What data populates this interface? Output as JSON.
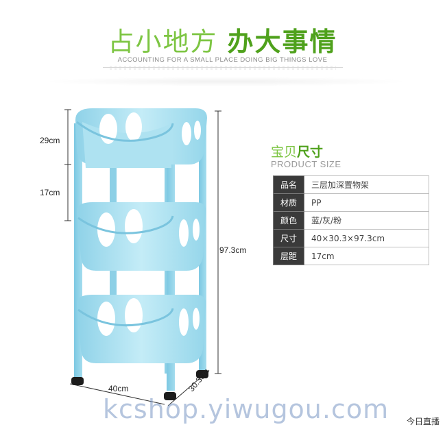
{
  "header": {
    "title_light": "占小地方",
    "title_bold": "办大事情",
    "subtitle": "ACCOUNTING FOR A SMALL PLACE DOING BIG THINGS LOVE"
  },
  "dimensions": {
    "tier_height": "29cm",
    "layer_gap": "17cm",
    "total_height": "97.3cm",
    "width": "40cm",
    "depth": "30.3cm"
  },
  "size_section": {
    "title_light": "宝贝",
    "title_bold": "尺寸",
    "subtitle": "PRODUCT SIZE"
  },
  "spec_table": [
    {
      "key": "品名",
      "value": "三层加深置物架"
    },
    {
      "key": "材质",
      "value": "PP"
    },
    {
      "key": "颜色",
      "value": "蓝/灰/粉"
    },
    {
      "key": "尺寸",
      "value": "40×30.3×97.3cm"
    },
    {
      "key": "层距",
      "value": "17cm"
    }
  ],
  "watermark": "kcshop.yiwugou.com",
  "corner_label": "今日直播",
  "colors": {
    "accent_green": "#7dc543",
    "dark_green": "#4fa11c",
    "product_blue": "#a9dfee"
  }
}
